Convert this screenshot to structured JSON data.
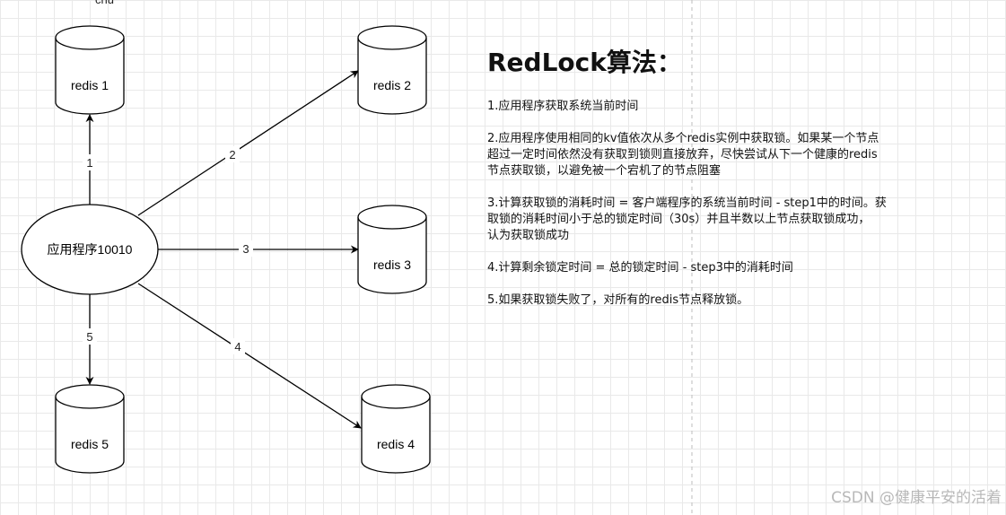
{
  "diagram": {
    "top_label": "cnu",
    "app_node": "应用程序10010",
    "nodes": {
      "redis1": "redis 1",
      "redis2": "redis 2",
      "redis3": "redis 3",
      "redis4": "redis 4",
      "redis5": "redis 5"
    },
    "edges": {
      "e1": "1",
      "e2": "2",
      "e3": "3",
      "e4": "4",
      "e5": "5"
    }
  },
  "notes": {
    "title": "RedLock算法：",
    "steps": [
      "1.应用程序获取系统当前时间",
      "2.应用程序使用相同的kv值依次从多个redis实例中获取锁。如果某一个节点\n超过一定时间依然没有获取到锁则直接放弃，尽快尝试从下一个健康的redis\n节点获取锁，以避免被一个宕机了的节点阻塞",
      "3.计算获取锁的消耗时间 = 客户端程序的系统当前时间 - step1中的时间。获\n取锁的消耗时间小于总的锁定时间（30s）并且半数以上节点获取锁成功，\n认为获取锁成功",
      "4.计算剩余锁定时间 = 总的锁定时间 - step3中的消耗时间",
      "5.如果获取锁失败了，对所有的redis节点释放锁。"
    ]
  },
  "watermark": "CSDN @健康平安的活着"
}
